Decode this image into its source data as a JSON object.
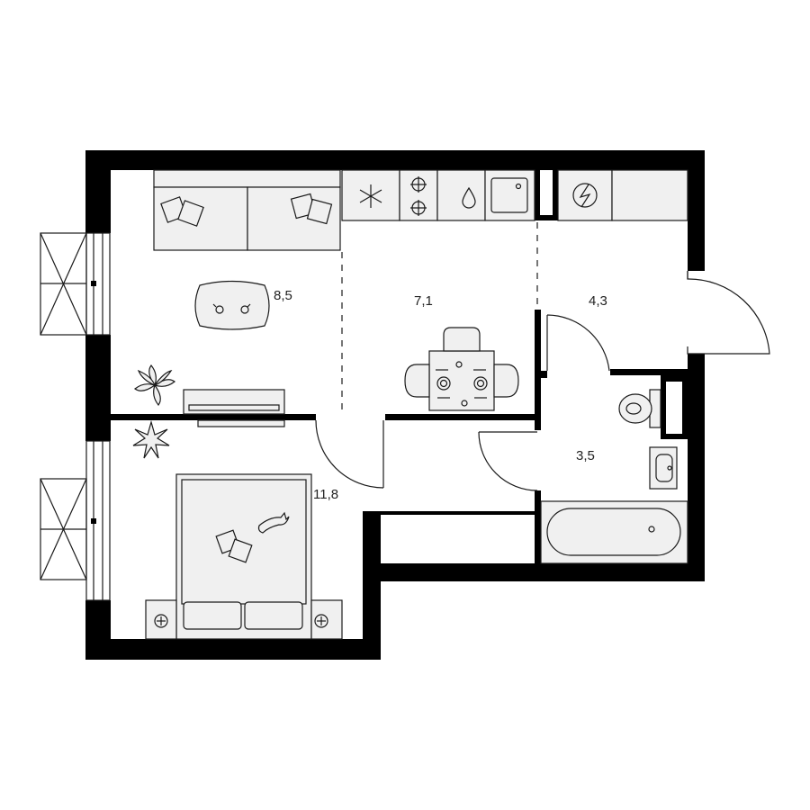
{
  "rooms": [
    {
      "id": "living",
      "area": "8,5"
    },
    {
      "id": "kitchen",
      "area": "7,1"
    },
    {
      "id": "hallway",
      "area": "4,3"
    },
    {
      "id": "bathroom",
      "area": "3,5"
    },
    {
      "id": "bedroom",
      "area": "11,8"
    }
  ],
  "colors": {
    "wall": "#000000",
    "furniture_fill": "#f0f0f0",
    "line": "#1a1a1a"
  }
}
